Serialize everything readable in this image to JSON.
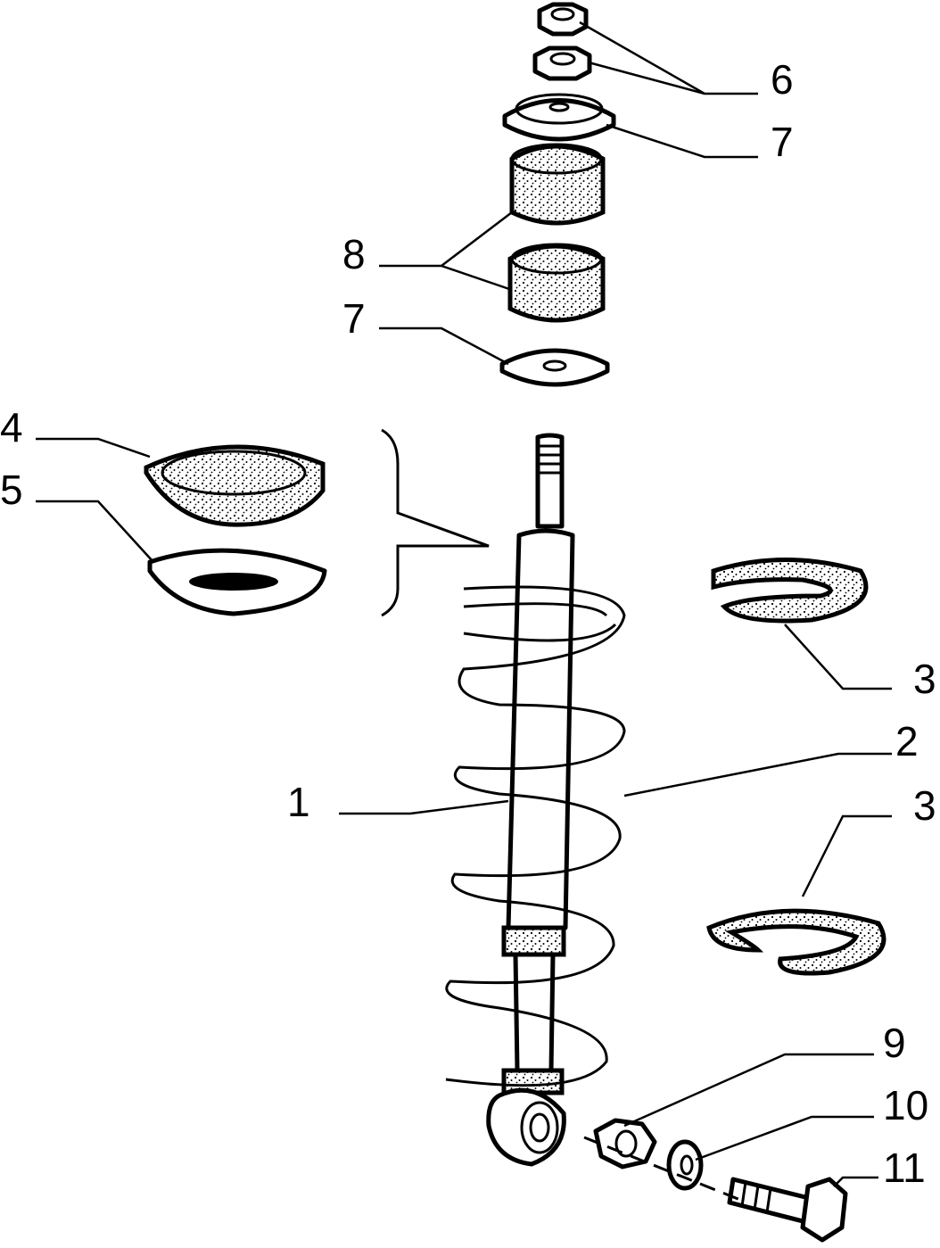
{
  "callouts": {
    "c1": "1",
    "c2": "2",
    "c3a": "3",
    "c3b": "3",
    "c4": "4",
    "c5": "5",
    "c6": "6",
    "c7a": "7",
    "c7b": "7",
    "c8": "8",
    "c9": "9",
    "c10": "10",
    "c11": "11"
  }
}
